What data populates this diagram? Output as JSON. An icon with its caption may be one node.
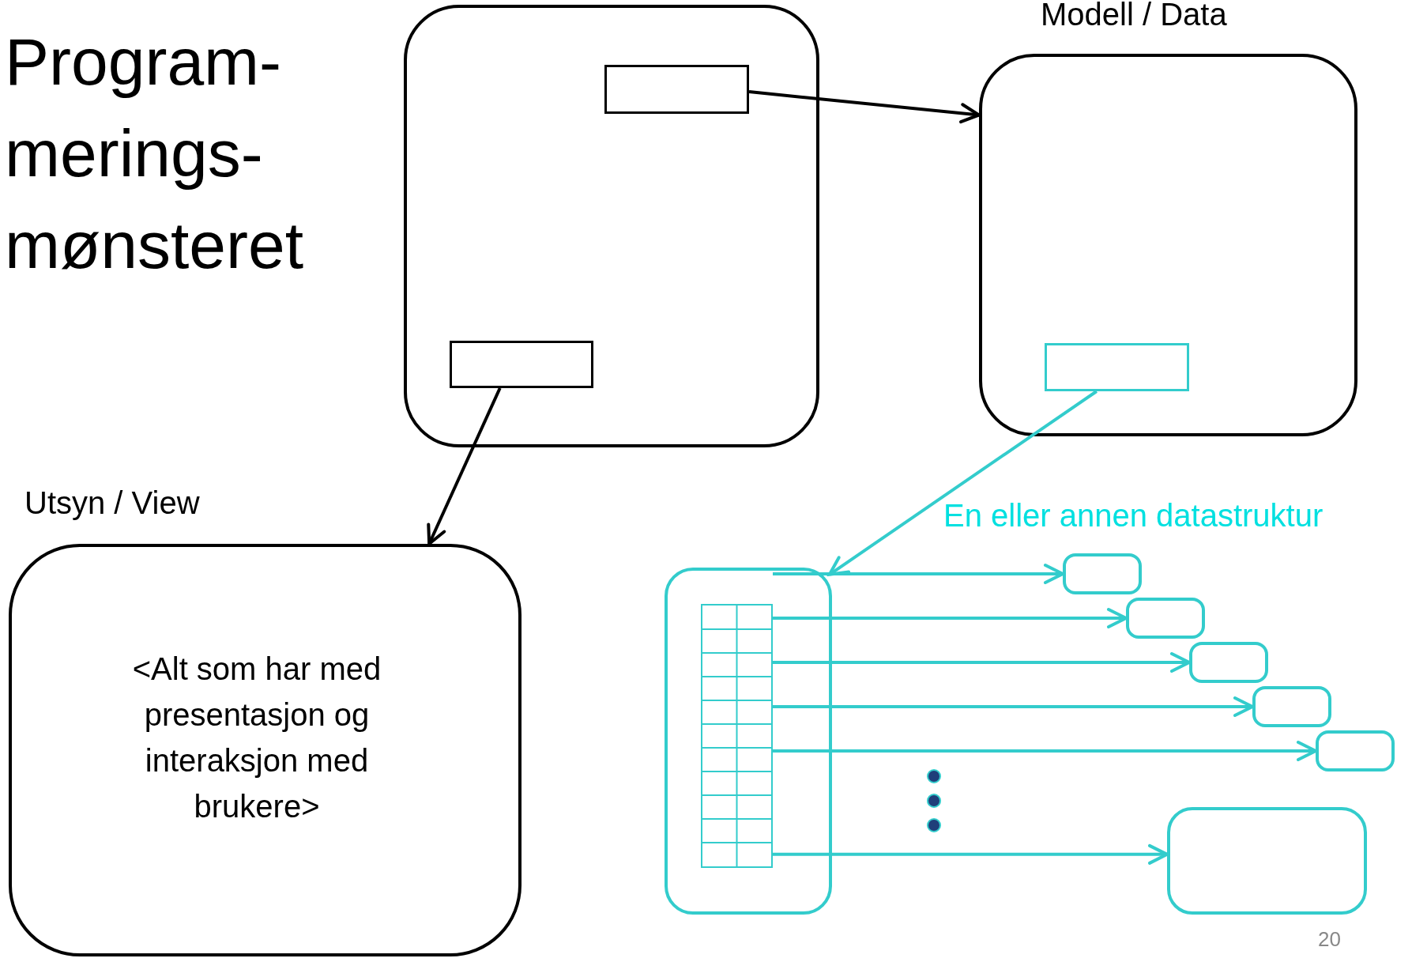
{
  "diagram": {
    "title": "Program- merings- mønsteret",
    "nodes": [
      {
        "text": [],
        "shape": "box"
      },
      {
        "text": [],
        "shape": "box",
        "in": 0
      },
      {
        "text": [],
        "shape": "box",
        "in": 0
      },
      {
        "text": [
          "Modell / Data"
        ]
      },
      {
        "text": [],
        "shape": "box",
        "in": 3
      },
      {
        "text": [
          "Utsyn / View",
          "<Alt som har med presentasjon og interaksjon med brukere>"
        ]
      },
      {
        "text": [],
        "shape": "box"
      },
      {
        "text": [],
        "shape": "box",
        "in": 6
      },
      {
        "text": [],
        "shape": "box"
      },
      {
        "text": [],
        "shape": "box"
      },
      {
        "text": [],
        "shape": "box"
      },
      {
        "text": [],
        "shape": "box"
      },
      {
        "text": [],
        "shape": "box"
      },
      {
        "text": [],
        "shape": "box"
      }
    ],
    "edges": [
      {
        "from": 1,
        "to": 3,
        "arrow": "to",
        "color": "#000000"
      },
      {
        "from": 2,
        "to": 5,
        "arrow": "to",
        "color": "#000000"
      },
      {
        "from": 4,
        "to": 6,
        "arrow": "to"
      },
      {
        "from": 7,
        "to": 8,
        "arrow": "to"
      },
      {
        "from": 7,
        "to": 9,
        "arrow": "to"
      },
      {
        "from": 7,
        "to": 10,
        "arrow": "to"
      },
      {
        "from": 7,
        "to": 11,
        "arrow": "to"
      },
      {
        "from": 7,
        "to": 12,
        "arrow": "to"
      },
      {
        "from": 7,
        "to": 13,
        "arrow": "to"
      }
    ],
    "labels": [
      "En eller annen datastruktur",
      "20"
    ]
  }
}
